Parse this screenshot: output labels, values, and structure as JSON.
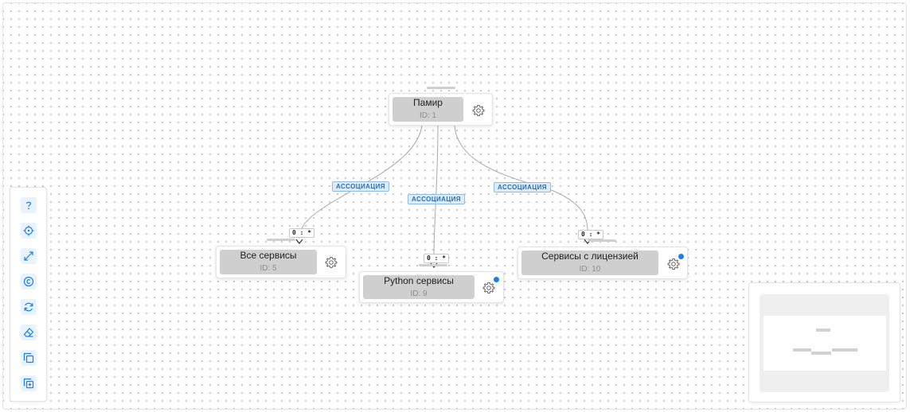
{
  "colors": {
    "accent": "#1a7fe8",
    "node_fill": "#cfcfcf",
    "edge": "#a8a8a8",
    "label_bg": "#dcecfb"
  },
  "diagram": {
    "nodes": {
      "root": {
        "name": "Памир",
        "id_text": "ID: 1"
      },
      "all": {
        "name": "Все сервисы",
        "id_text": "ID: 5"
      },
      "python": {
        "name": "Python сервисы",
        "id_text": "ID: 9"
      },
      "licensed": {
        "name": "Сервисы с лицензией",
        "id_text": "ID: 10"
      }
    },
    "edges": {
      "left": {
        "label": "ассоциация",
        "multiplicity": "0 : *"
      },
      "middle": {
        "label": "ассоциация",
        "multiplicity": "0 : *"
      },
      "right": {
        "label": "ассоциация",
        "multiplicity": "0 : *"
      }
    }
  },
  "toolbar": {
    "buttons": [
      "help-icon",
      "center-target-icon",
      "expand-icon",
      "copyright-icon",
      "refresh-icon",
      "eraser-icon",
      "copy-icon",
      "add-copy-icon"
    ]
  }
}
